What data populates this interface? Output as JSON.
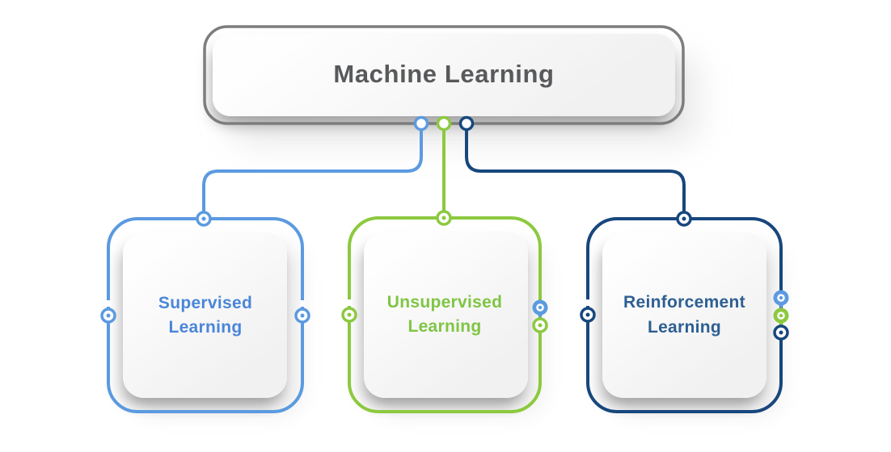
{
  "diagram": {
    "root": {
      "label": "Machine Learning",
      "border_color": "#7d7d7d",
      "text_color": "#58595b"
    },
    "children": [
      {
        "id": "supervised-learning",
        "label": "Supervised\nLearning",
        "color": "#5b9ae0",
        "text_color": "#4a86d8"
      },
      {
        "id": "unsupervised-learning",
        "label": "Unsupervised\nLearning",
        "color": "#8cc93f",
        "text_color": "#7fc544"
      },
      {
        "id": "reinforcement-learning",
        "label": "Reinforcement\nLearning",
        "color": "#17477d",
        "text_color": "#2d5f91"
      }
    ],
    "relations": [
      {
        "from": "Machine Learning",
        "to": "Supervised Learning"
      },
      {
        "from": "Machine Learning",
        "to": "Unsupervised Learning"
      },
      {
        "from": "Machine Learning",
        "to": "Reinforcement Learning"
      }
    ],
    "card_background": "#f2f2f3",
    "page_background": "#ffffff"
  }
}
